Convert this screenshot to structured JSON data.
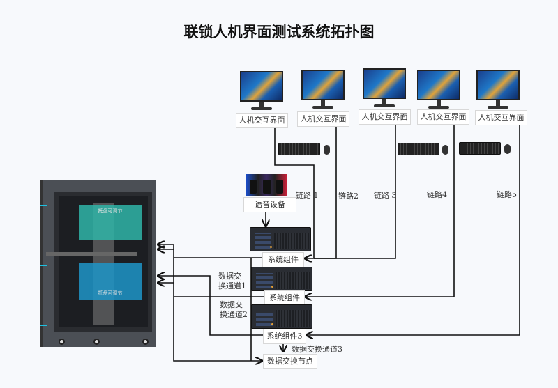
{
  "title": "联锁人机界面测试系统拓扑图",
  "hmi_label": "人机交互界面",
  "monitors": [
    {
      "label": "人机交互界面"
    },
    {
      "label": "人机交互界面"
    },
    {
      "label": "人机交互界面"
    },
    {
      "label": "人机交互界面"
    },
    {
      "label": "人机交互界面"
    }
  ],
  "links": [
    "链路 1",
    "链路2",
    "链路 3",
    "链路4",
    "链路5"
  ],
  "voice_device": "语音设备",
  "components": [
    "系统组件",
    "系统组件",
    "系统组件3"
  ],
  "channels": [
    "数据交\n换通道1",
    "数据交\n换通道2",
    "数据交换通道3"
  ],
  "channel1_a": "数据交",
  "channel1_b": "换通道1",
  "channel2_a": "数据交",
  "channel2_b": "换通道2",
  "node": "数据交换节点",
  "rack": {
    "up_text": "托盘可调节",
    "down_text": "托盘可调节"
  },
  "colors": {
    "line": "#111111",
    "teal": "#2fb5a8",
    "blue": "#1e95c8"
  }
}
